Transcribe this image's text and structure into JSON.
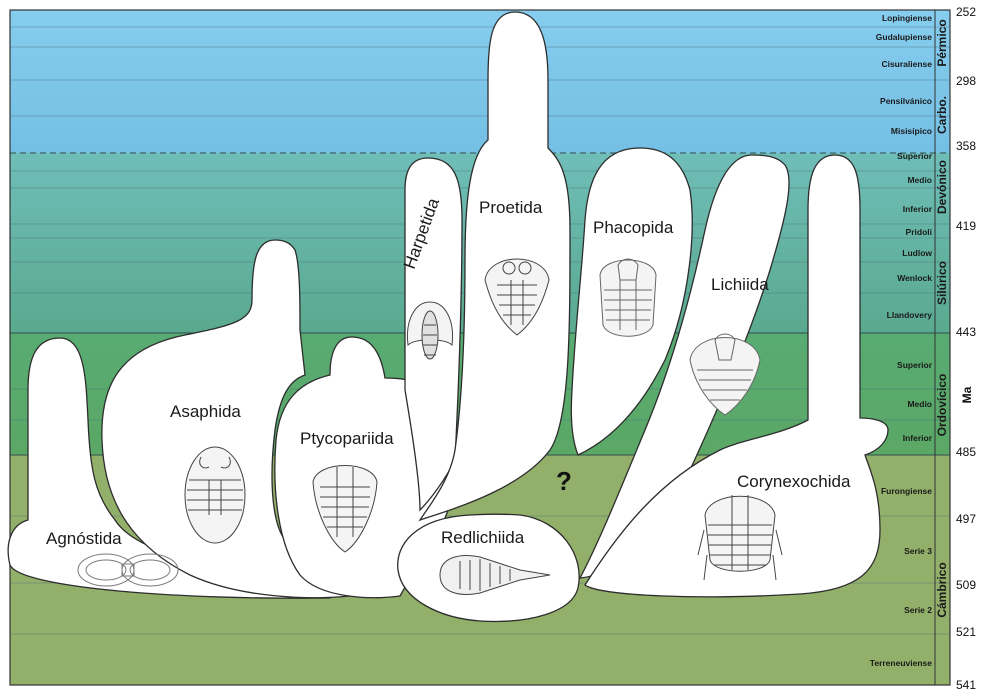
{
  "periods": [
    {
      "name": "Pérmico",
      "color": "#7cc3e6"
    },
    {
      "name": "Carbo.",
      "color": "#7cc3e6"
    },
    {
      "name": "Devónico",
      "color": "#6dbab0"
    },
    {
      "name": "Silúrico",
      "color": "#5eab96"
    },
    {
      "name": "Ordovícico",
      "color": "#5aa86b"
    },
    {
      "name": "Cámbrico",
      "color": "#93b26a"
    }
  ],
  "stages": [
    "Lopingiense",
    "Gudalupiense",
    "Cisuraliense",
    "Pensilvánico",
    "Misisípico",
    "Superior",
    "Medio",
    "Inferior",
    "Pridoli",
    "Ludlow",
    "Wenlock",
    "Llandovery",
    "Superior",
    "Medio",
    "Inferior",
    "Furongiense",
    "Serie 3",
    "Serie 2",
    "Terreneuviense"
  ],
  "ages_ma": [
    "252",
    "298",
    "358",
    "419",
    "443",
    "485",
    "497",
    "509",
    "521",
    "541"
  ],
  "unit_label": "Ma",
  "orders": [
    "Agnóstida",
    "Asaphida",
    "Ptycopariida",
    "Harpetida",
    "Proetida",
    "Redlichiida",
    "Phacopida",
    "Lichiida",
    "Corynexochida"
  ],
  "uncertain_marker": "?"
}
